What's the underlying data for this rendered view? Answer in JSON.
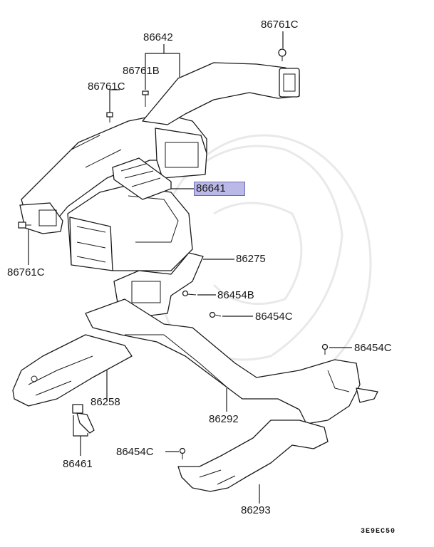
{
  "labels": {
    "p86642": "86642",
    "p86761c_top": "86761C",
    "p86761b": "86761B",
    "p86761c_left": "86761C",
    "p86641": "86641",
    "p86761c_bottom": "86761C",
    "p86275": "86275",
    "p86454b": "86454B",
    "p86454c_mid": "86454C",
    "p86454c_right": "86454C",
    "p86258": "86258",
    "p86292": "86292",
    "p86461": "86461",
    "p86454c_low": "86454C",
    "p86293": "86293"
  },
  "reference_code": "3E9EC50",
  "highlight_color": "#b9b8e6"
}
